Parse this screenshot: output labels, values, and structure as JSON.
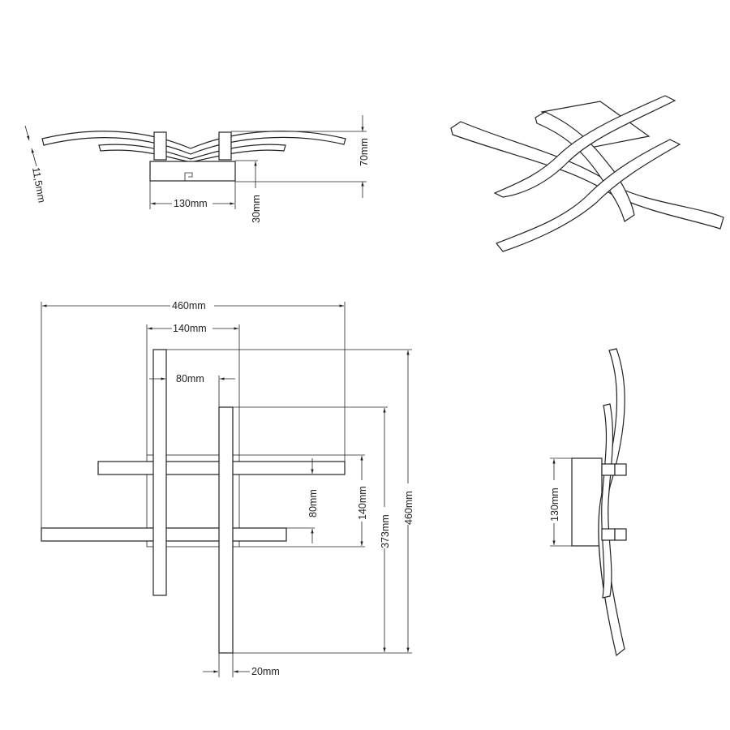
{
  "side_view": {
    "bar_thickness": "11,5mm",
    "base_width": "130mm",
    "base_height": "30mm",
    "total_height": "70mm"
  },
  "top_view": {
    "overall_width": "460mm",
    "base_width": "140mm",
    "bar_offset_horizontal": "80mm",
    "bar_offset_vertical": "80mm",
    "base_height": "140mm",
    "inner_length": "373mm",
    "overall_height": "460mm",
    "bar_width": "20mm"
  },
  "end_view": {
    "base_height": "130mm"
  }
}
